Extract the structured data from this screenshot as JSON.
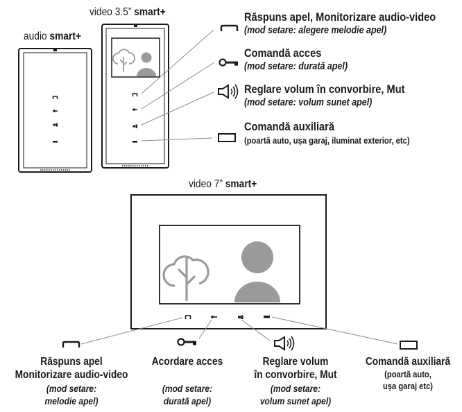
{
  "devices": {
    "audio": {
      "prefix": "audio",
      "suffix": "smart+"
    },
    "video35": {
      "prefix": "video 3.5”",
      "suffix": "smart+"
    },
    "video7": {
      "prefix": "video 7”",
      "suffix": "smart+"
    }
  },
  "top_labels": {
    "answer": {
      "title": "Răspuns apel, Monitorizare audio-video",
      "sub": "(mod setare: alegere melodie apel)"
    },
    "access": {
      "title": "Comandă acces",
      "sub": "(mod setare: durată apel)"
    },
    "volume": {
      "title": "Reglare volum în convorbire, Mut",
      "sub": "(mod setare: volum sunet apel)"
    },
    "aux": {
      "title": "Comandă auxiliară",
      "sub": "(poartă auto, ușa garaj, iluminat exterior, etc)"
    }
  },
  "bottom_labels": {
    "answer": {
      "line1": "Răspuns apel",
      "line2": "Monitorizare audio-video",
      "sub1": "(mod setare:",
      "sub2": "melodie apel)"
    },
    "access": {
      "line1": "Acordare acces",
      "sub1": "(mod setare:",
      "sub2": "durată apel)"
    },
    "volume": {
      "line1": "Reglare volum",
      "line2": "în convorbire, Mut",
      "sub1": "(mod setare:",
      "sub2": "volum sunet apel)"
    },
    "aux": {
      "line1": "Comandă auxiliară",
      "note1": "(poartă auto,",
      "note2": "ușa garaj etc)"
    }
  },
  "icons": [
    "handset-icon",
    "key-icon",
    "speaker-volume-icon",
    "auxiliary-rect-icon"
  ],
  "colors": {
    "ink": "#1a1a1a",
    "leader": "#8a8a8a",
    "placeholder": "#9a9a9a"
  }
}
